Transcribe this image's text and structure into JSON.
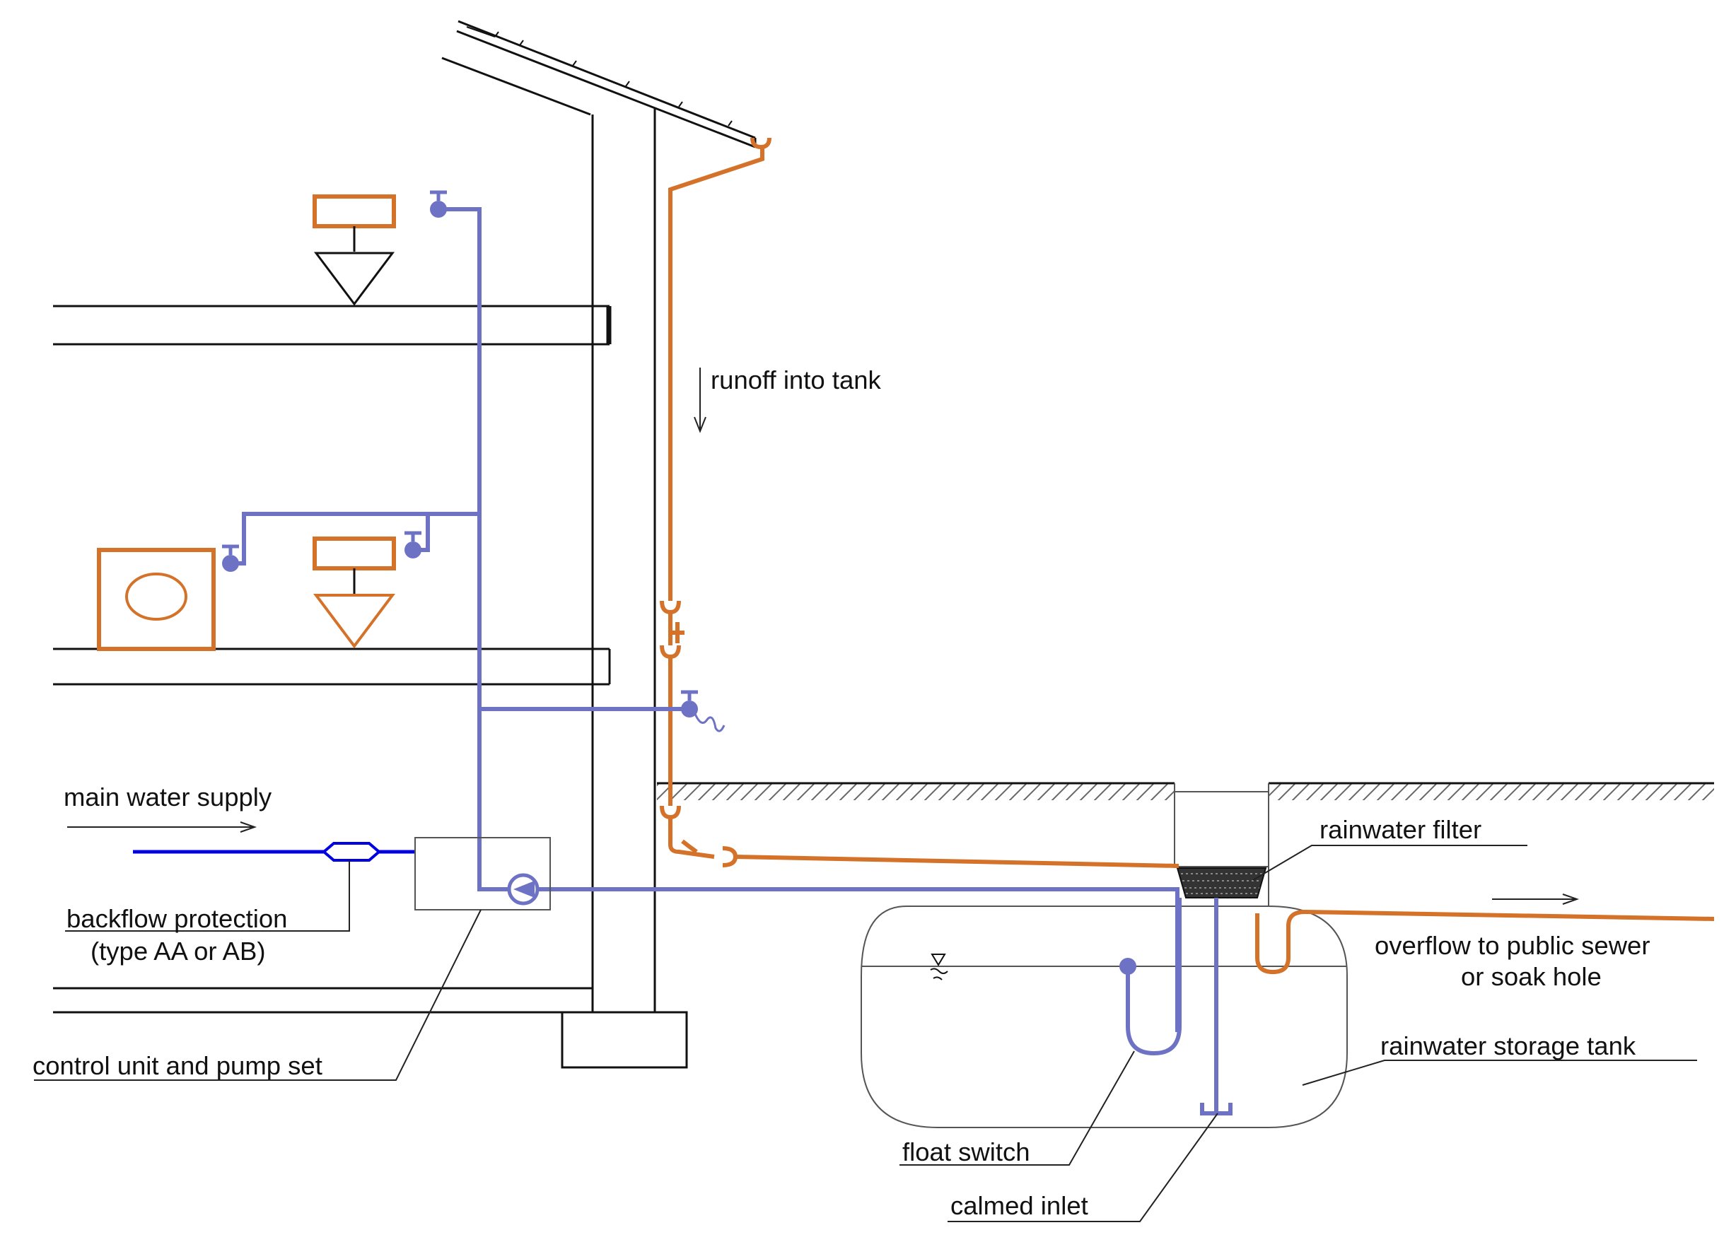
{
  "colors": {
    "fresh_water_pipe": "#0000e0",
    "rainwater_supply_pipe": "#6e72c4",
    "rainwater_runoff_pipe": "#d4722a",
    "structure": "#111111",
    "ground_hatch": "#666666"
  },
  "labels": {
    "runoff": "runoff into tank",
    "main_water_supply": "main water supply",
    "backflow_line1": "backflow protection",
    "backflow_line2": "(type AA or AB)",
    "control_unit": "control unit and pump set",
    "rainwater_filter": "rainwater filter",
    "overflow_line1": "overflow to public sewer",
    "overflow_line2": "or soak hole",
    "storage_tank": "rainwater storage tank",
    "float_switch": "float switch",
    "calmed_inlet": "calmed inlet"
  },
  "icons": {
    "roof": "roof-tiles",
    "gutter": "gutter",
    "downpipe": "downpipe",
    "toilet_upper": "toilet-cistern-icon",
    "toilet_lower": "toilet-cistern-icon",
    "washing_machine": "washing-machine-icon",
    "garden_tap": "garden-tap-icon",
    "pump": "pump-icon",
    "backflow_valve": "backflow-preventer-icon",
    "filter": "filter-mesh-icon",
    "float_switch": "float-switch-icon",
    "water_level": "water-level-icon"
  }
}
